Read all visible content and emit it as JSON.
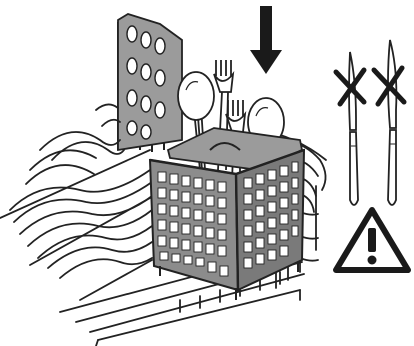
{
  "illustration": {
    "subject": "dishwasher-lower-rack-cutlery-basket",
    "items_in_basket": [
      "spoon",
      "fork",
      "fork",
      "spoon"
    ],
    "arrow_direction": "down",
    "prohibited_items": [
      "knife-icon",
      "knife-icon"
    ],
    "warning_icon": "warning-triangle-icon"
  },
  "colors": {
    "line": "#222222",
    "basket_fill": "#8c8c8c",
    "basket_dark": "#5e5e5e",
    "background": "#ffffff"
  }
}
